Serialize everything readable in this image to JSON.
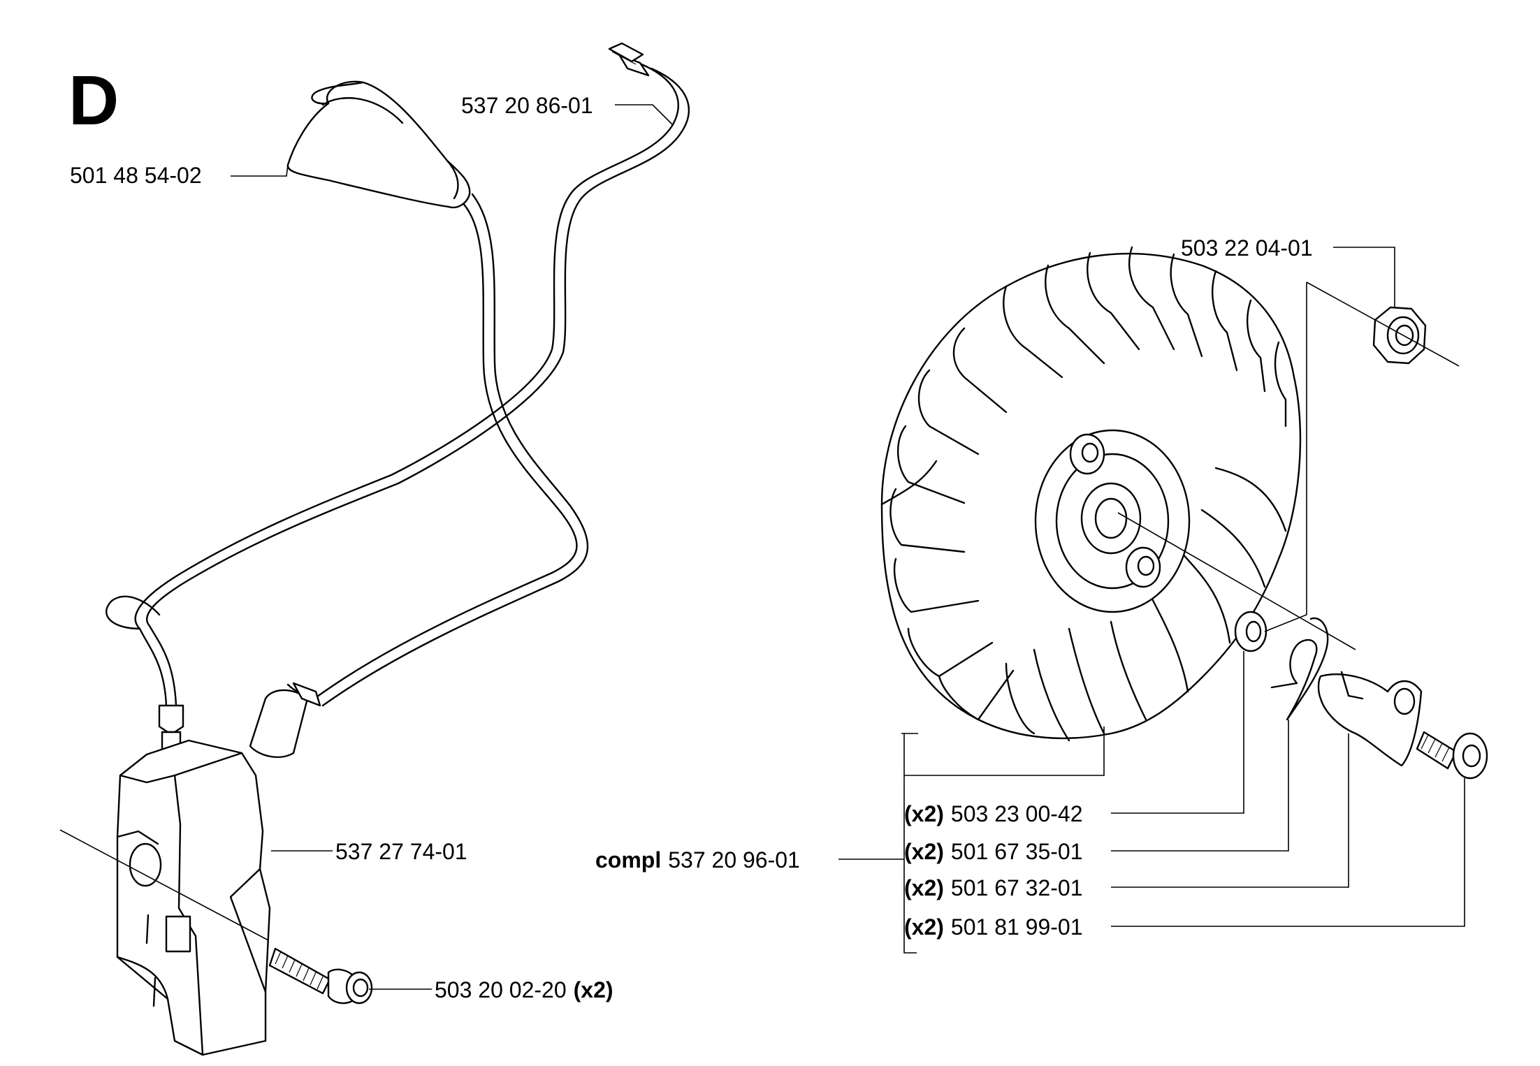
{
  "section_label": "D",
  "callouts": {
    "spark_plug_cap": {
      "number": "501 48 54-02"
    },
    "short_circuit_cable": {
      "number": "537 20 86-01"
    },
    "ignition_module": {
      "number": "537 27 74-01"
    },
    "module_screw": {
      "number": "503 20 02-20",
      "qty": "(x2)"
    },
    "flywheel_nut": {
      "number": "503 22 04-01"
    },
    "flywheel_compl": {
      "prefix": "compl",
      "number": "537 20 96-01"
    },
    "washer": {
      "qty": "(x2)",
      "number": "503 23 00-42"
    },
    "spring": {
      "qty": "(x2)",
      "number": "501 67 35-01"
    },
    "pawl": {
      "qty": "(x2)",
      "number": "501 67 32-01"
    },
    "shoulder_screw": {
      "qty": "(x2)",
      "number": "501 81 99-01"
    }
  }
}
